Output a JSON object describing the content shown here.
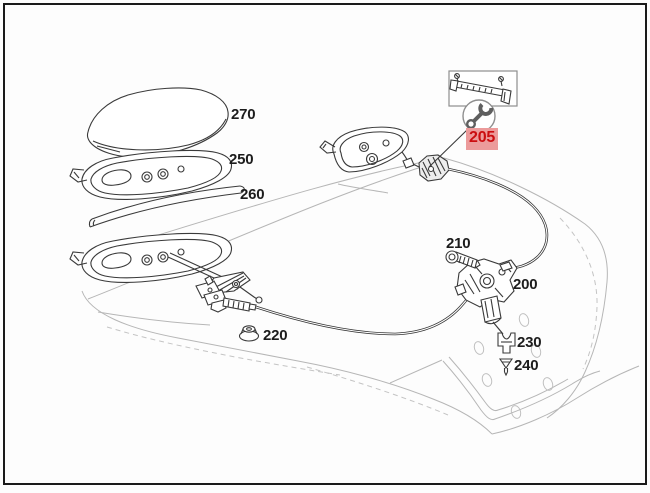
{
  "diagram": {
    "kind": "exploded-parts-diagram",
    "background": "#fdfdfd",
    "frame_color": "#1a1a1a"
  },
  "callouts": [
    {
      "part": "270",
      "label": "270",
      "highlighted": false
    },
    {
      "part": "250",
      "label": "250",
      "highlighted": false
    },
    {
      "part": "260",
      "label": "260",
      "highlighted": false
    },
    {
      "part": "220",
      "label": "220",
      "highlighted": false
    },
    {
      "part": "210",
      "label": "210",
      "highlighted": false
    },
    {
      "part": "200",
      "label": "200",
      "highlighted": false
    },
    {
      "part": "230",
      "label": "230",
      "highlighted": false
    },
    {
      "part": "240",
      "label": "240",
      "highlighted": false
    },
    {
      "part": "205",
      "label": "205",
      "highlighted": true
    }
  ],
  "colors": {
    "part_line": "#3a3a3a",
    "body_line": "#b6b6b6",
    "dashed_line": "#c4c4c4",
    "label_text": "#1c1c1c",
    "highlight_text": "#cb0d10",
    "highlight_bg": "#ec9b9b",
    "box_border": "#8e8e8e"
  },
  "icons": [
    {
      "name": "wrench-icon"
    },
    {
      "name": "fastener-kit-box"
    }
  ]
}
